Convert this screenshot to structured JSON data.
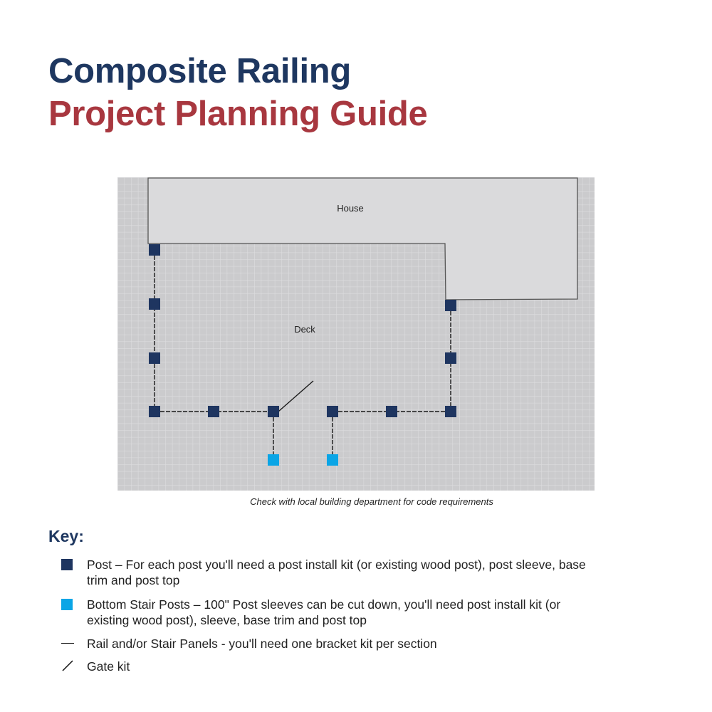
{
  "title": {
    "line1": "Composite Railing",
    "line2": "Project Planning Guide"
  },
  "colors": {
    "navy": "#1e3760",
    "red": "#a8373f",
    "post": "#1e3560",
    "stair_post": "#0aa5e6",
    "grid_bg": "#cbcbcd",
    "grid_line": "#dcdcde",
    "house_fill": "#dadadc",
    "rail": "#1a1a1a"
  },
  "plan": {
    "house_label": "House",
    "deck_label": "Deck",
    "caption": "Check with local building department for code requirements"
  },
  "key": {
    "heading": "Key:",
    "items": [
      {
        "icon": "post-square-icon",
        "text": "Post – For each post you'll need a post install kit (or existing wood post), post sleeve, base trim and post top"
      },
      {
        "icon": "stair-post-square-icon",
        "text": "Bottom Stair Posts – 100\" Post sleeves can be cut down, you'll need post install kit (or existing wood post), sleeve, base trim and post top"
      },
      {
        "icon": "rail-line-icon",
        "text": "Rail and/or Stair Panels - you'll need one bracket kit per section"
      },
      {
        "icon": "gate-slash-icon",
        "text": "Gate kit"
      }
    ]
  }
}
